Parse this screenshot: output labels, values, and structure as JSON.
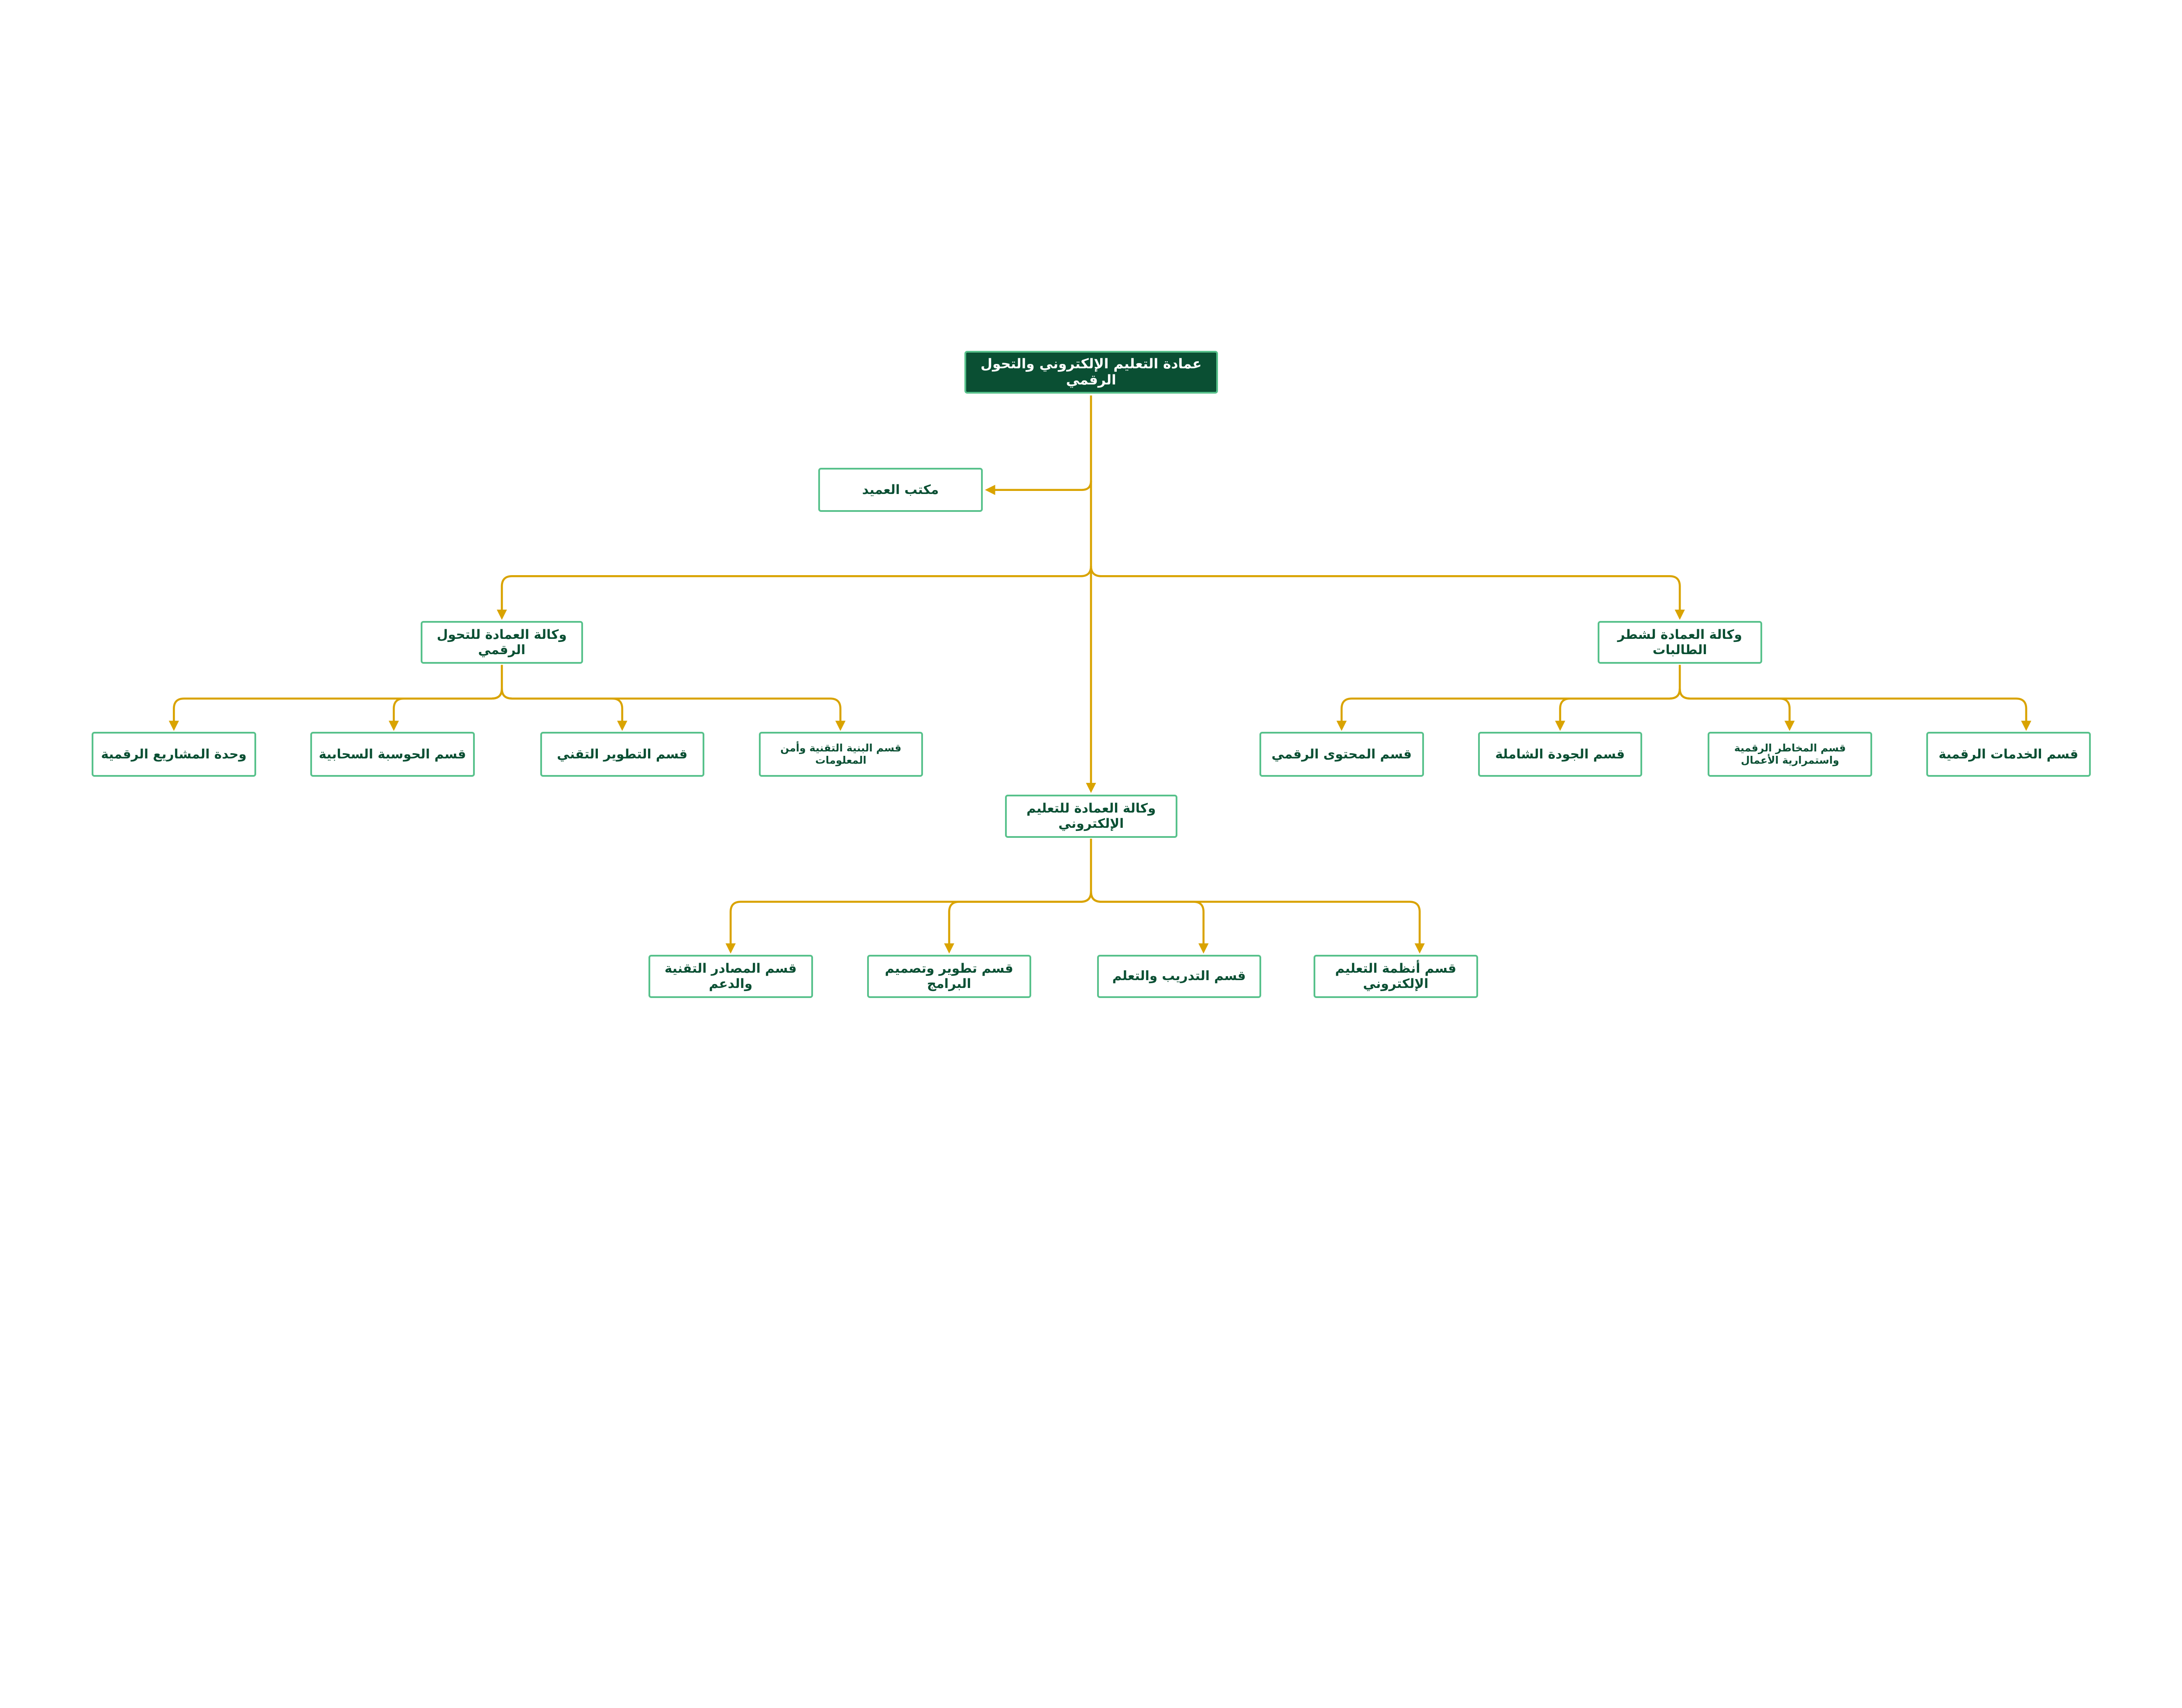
{
  "colors": {
    "root_fill": "#0a4f33",
    "node_border": "#57c18b",
    "text": "#0a4f33",
    "connector": "#d9a300"
  },
  "root": {
    "label": "عمادة التعليم الإلكتروني والتحول الرقمي"
  },
  "office": {
    "label": "مكتب العميد"
  },
  "vp_digital": {
    "label": "وكالة العمادة للتحول الرقمي",
    "children": [
      "وحدة المشاريع الرقمية",
      "قسم الحوسبة السحابية",
      "قسم التطوير التقني",
      "قسم البنية التقنية وأمن المعلومات"
    ]
  },
  "vp_female": {
    "label": "وكالة العمادة لشطر الطالبات",
    "children": [
      "قسم المحتوى الرقمي",
      "قسم الجودة الشاملة",
      "قسم المخاطر الرقمية واستمرارية الأعمال",
      "قسم الخدمات الرقمية"
    ]
  },
  "vp_elearning": {
    "label": "وكالة العمادة للتعليم الإلكتروني",
    "children": [
      "قسم المصادر التقنية والدعم",
      "قسم تطوير وتصميم البرامج",
      "قسم التدريب والتعلم",
      "قسم أنظمة التعليم الإلكتروني"
    ]
  }
}
